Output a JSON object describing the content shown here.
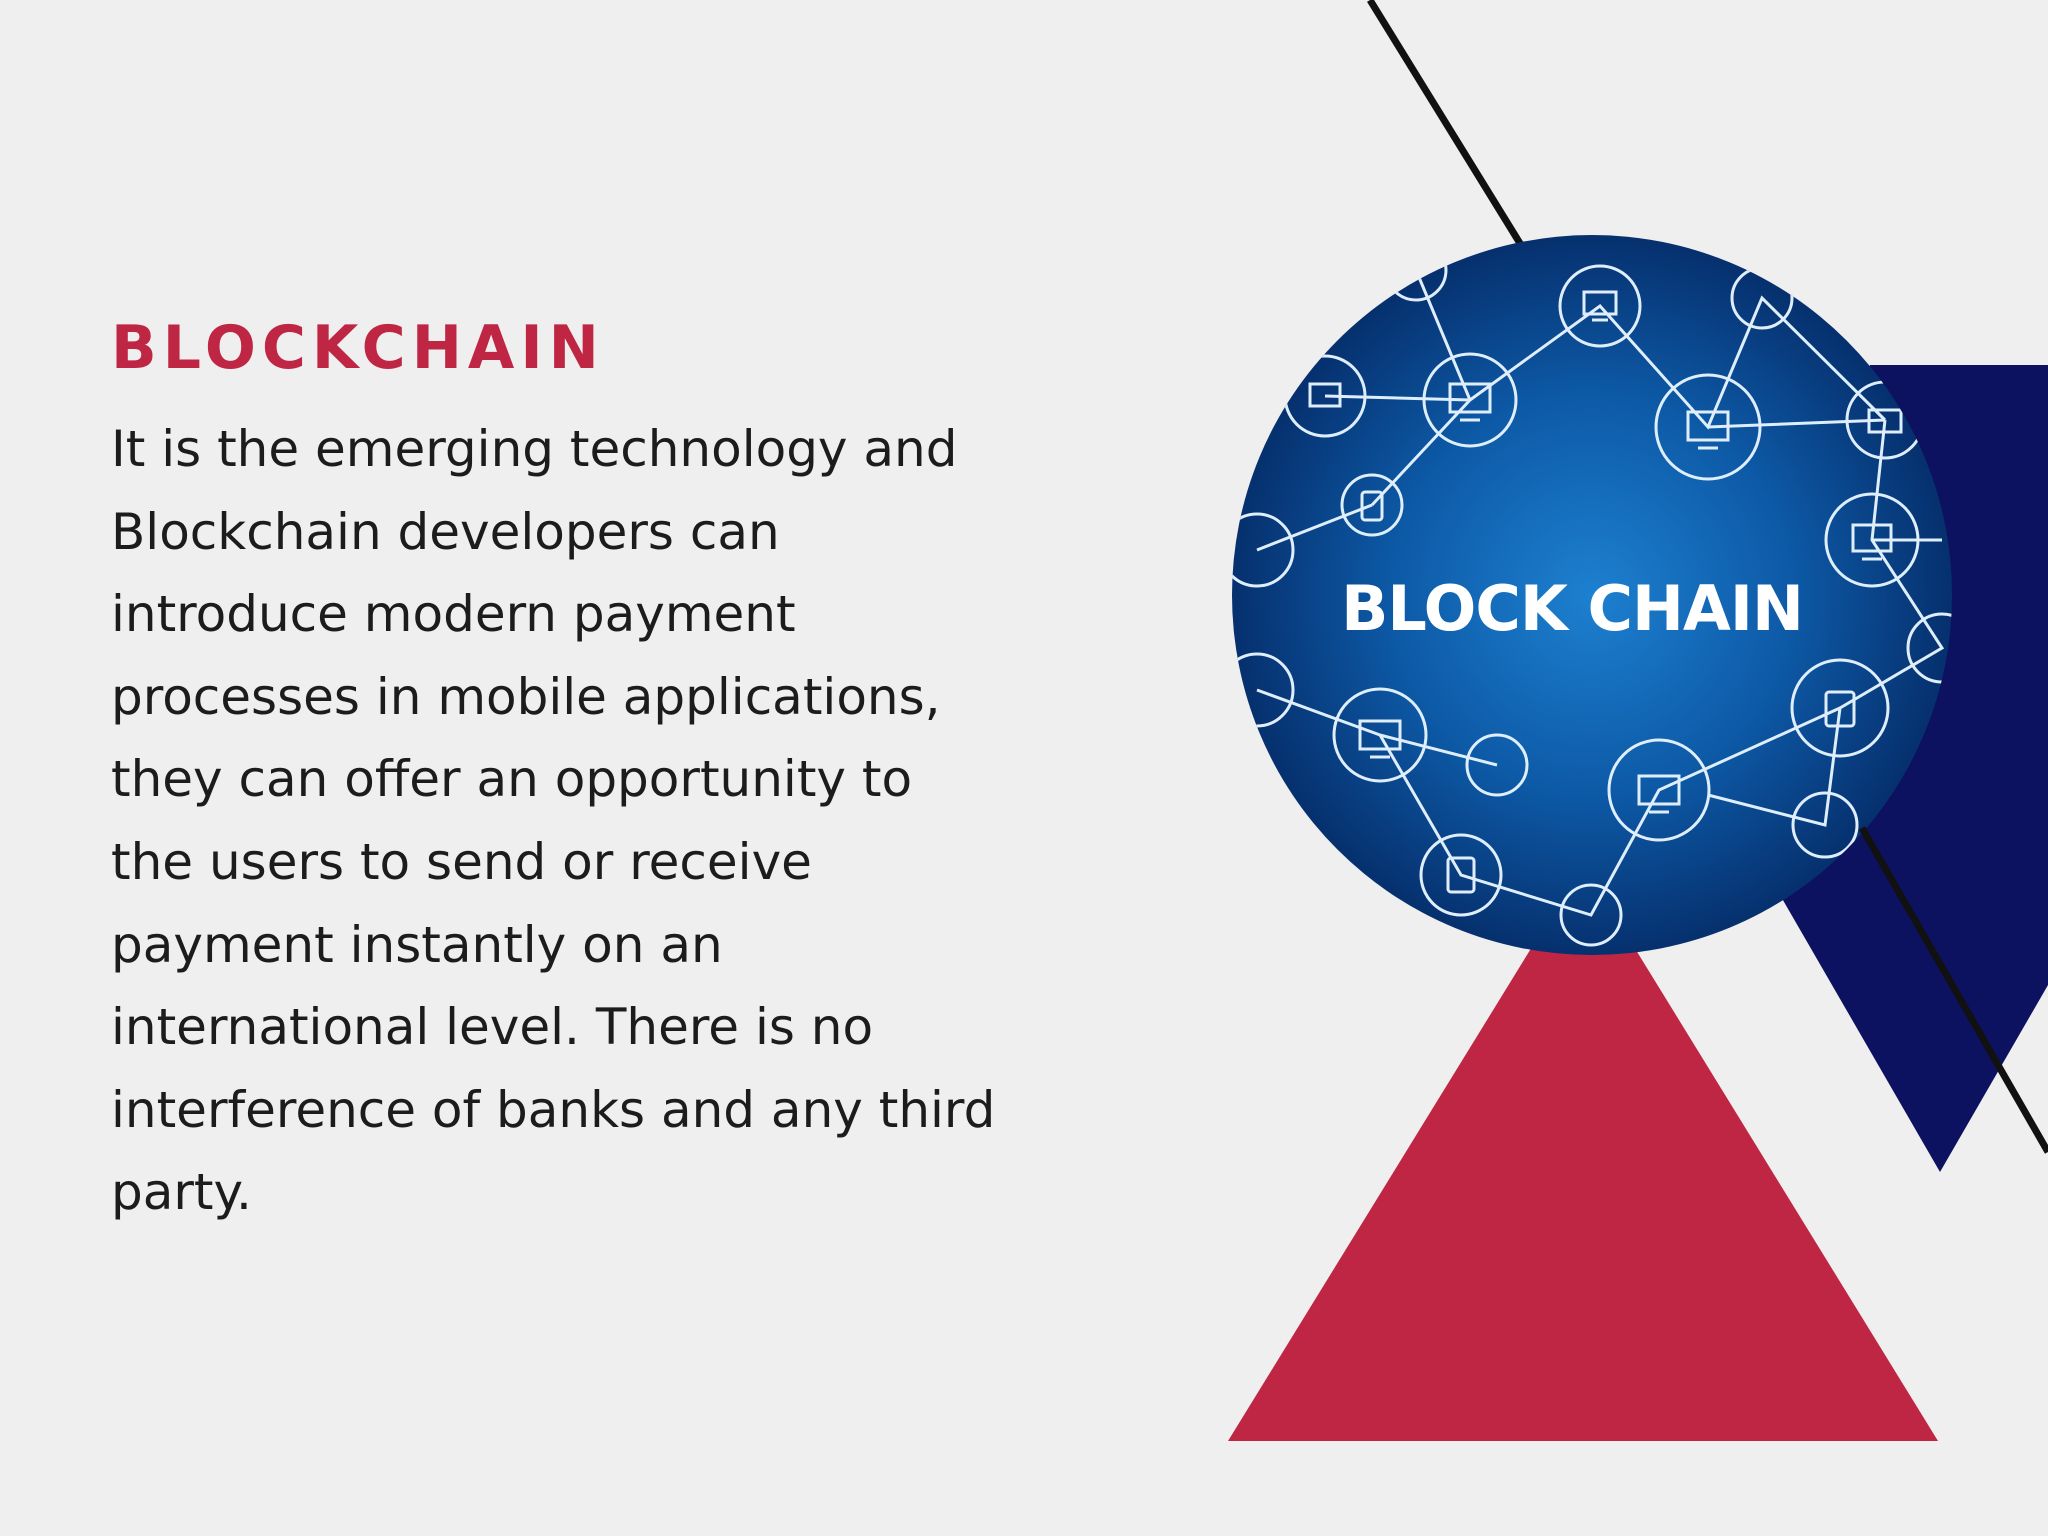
{
  "slide": {
    "heading": "BLOCKCHAIN",
    "body_lines": [
      "It is the emerging technology and",
      "Blockchain developers can",
      "introduce modern payment",
      "processes in mobile applications,",
      "they can offer an opportunity to",
      "the users to send or receive",
      "payment instantly on an",
      "international level. There is no",
      "interference of banks and any third",
      "party."
    ]
  },
  "image": {
    "label": "BLOCK CHAIN",
    "icons": [
      "computer-icon",
      "computer-icon",
      "tablet-icon",
      "computer-icon",
      "computer-icon",
      "tablet-icon",
      "computer-icon",
      "computer-icon"
    ]
  },
  "colors": {
    "background": "#f0eff0",
    "accent_red": "#be2643",
    "navy": "#0c1260",
    "circle_blue": "#0d5aa7",
    "text": "#1c1c1c"
  }
}
